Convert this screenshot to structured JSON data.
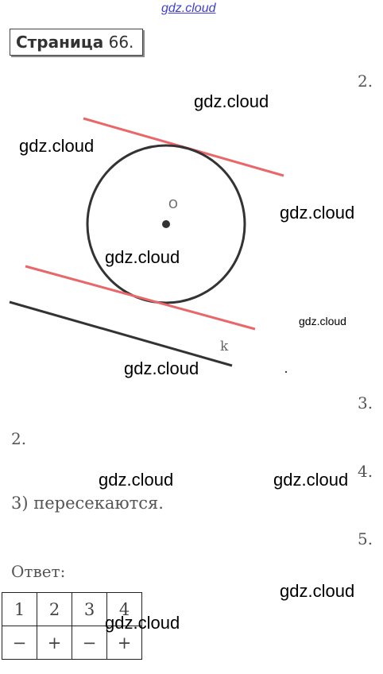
{
  "header": {
    "site_link": "gdz.cloud"
  },
  "page_title": {
    "word": "Страница",
    "number": "66."
  },
  "task_numbers": [
    "2.",
    "3.",
    "2.",
    "4.",
    "5."
  ],
  "figure": {
    "center_label": "O",
    "line_label": "k",
    "circle_color": "#333333",
    "tangent_color": "#e8686a",
    "line_color": "#333333"
  },
  "statement": "3) пересекаются.",
  "answer": {
    "label": "Ответ:",
    "headers": [
      "1",
      "2",
      "3",
      "4"
    ],
    "values": [
      "−",
      "+",
      "−",
      "+"
    ]
  },
  "watermarks": [
    "gdz.cloud",
    "gdz.cloud",
    "gdz.cloud",
    "gdz.cloud",
    "gdz.cloud",
    "gdz.cloud",
    "gdz.cloud",
    "gdz.cloud",
    "gdz.cloud",
    "gdz.cloud"
  ]
}
